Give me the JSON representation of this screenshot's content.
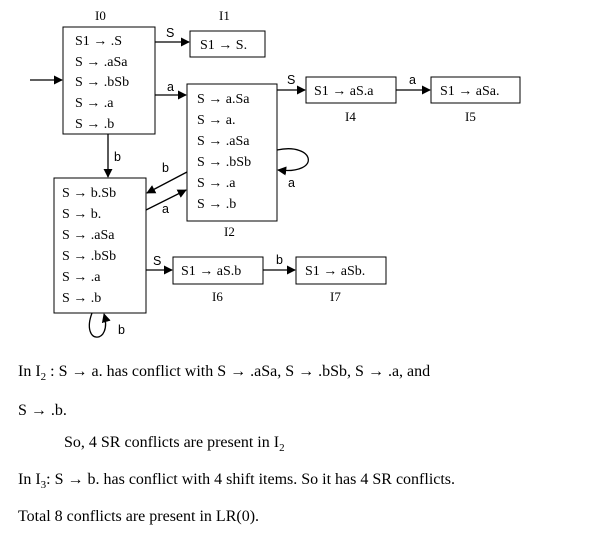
{
  "states": {
    "I0": {
      "label": "I0",
      "items": [
        "S1 → .S",
        "S → .aSa",
        "S → .bSb",
        "S → .a",
        "S → .b"
      ]
    },
    "I1": {
      "label": "I1",
      "items": [
        "S1 → S."
      ]
    },
    "I2": {
      "label": "I2",
      "items": [
        "S → a.Sa",
        "S → a.",
        "S → .aSa",
        "S → .bSb",
        "S → .a",
        "S → .b"
      ]
    },
    "I3": {
      "items": [
        "S → b.Sb",
        "S → b.",
        "S → .aSa",
        "S → .bSb",
        "S → .a",
        "S → .b"
      ]
    },
    "I4": {
      "label": "I4",
      "items": [
        "S1 → aS.a"
      ]
    },
    "I5": {
      "label": "I5",
      "items": [
        "S1 → aSa."
      ]
    },
    "I6": {
      "label": "I6",
      "items": [
        "S1 → aS.b"
      ]
    },
    "I7": {
      "label": "I7",
      "items": [
        "S1 → aSb."
      ]
    }
  },
  "edges": {
    "e01": "S",
    "e02": "a",
    "e03": "b",
    "e24": "S",
    "e45": "a",
    "e22": "a",
    "e32": "a",
    "e23": "b",
    "e36": "S",
    "e67": "b",
    "e33": "b"
  },
  "text": {
    "line1": "In I2 : S → a. has conflict with S → .aSa, S → .bSb, S → .a, and",
    "line2": "S → .b.",
    "line3": "So, 4 SR conflicts are present in I2",
    "line4": "In I3: S → b. has conflict with 4 shift items. So it has 4 SR conflicts.",
    "line5": "Total 8 conflicts are present in LR(0)."
  }
}
